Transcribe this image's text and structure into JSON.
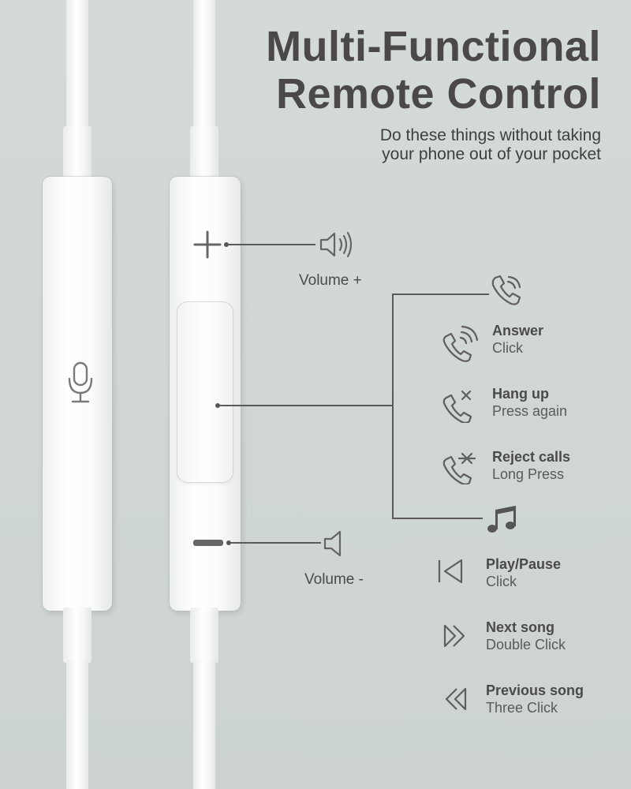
{
  "header": {
    "title_line1": "Multi-Functional",
    "title_line2": "Remote Control",
    "subtitle_line1": "Do these things without taking",
    "subtitle_line2": "your phone out of your pocket"
  },
  "volume_up": {
    "label": "Volume +",
    "icon": "speaker-loud-icon"
  },
  "volume_down": {
    "label": "Volume -",
    "icon": "speaker-low-icon"
  },
  "call_group": {
    "icon": "phone-ringing-icon",
    "items": [
      {
        "title": "Answer",
        "action": "Click",
        "icon": "phone-answer-icon"
      },
      {
        "title": "Hang up",
        "action": "Press again",
        "icon": "phone-hangup-icon"
      },
      {
        "title": "Reject calls",
        "action": "Long Press",
        "icon": "phone-reject-icon"
      }
    ]
  },
  "music_group": {
    "icon": "music-note-icon",
    "items": [
      {
        "title": "Play/Pause",
        "action": "Click",
        "icon": "play-pause-icon"
      },
      {
        "title": "Next song",
        "action": "Double Click",
        "icon": "next-song-icon"
      },
      {
        "title": "Previous song",
        "action": "Three Click",
        "icon": "previous-song-icon"
      }
    ]
  },
  "colors": {
    "background": "#d1d8d6",
    "title": "#4a4848",
    "text": "#505050",
    "device": "#ffffff",
    "line": "#5a5a5a"
  }
}
